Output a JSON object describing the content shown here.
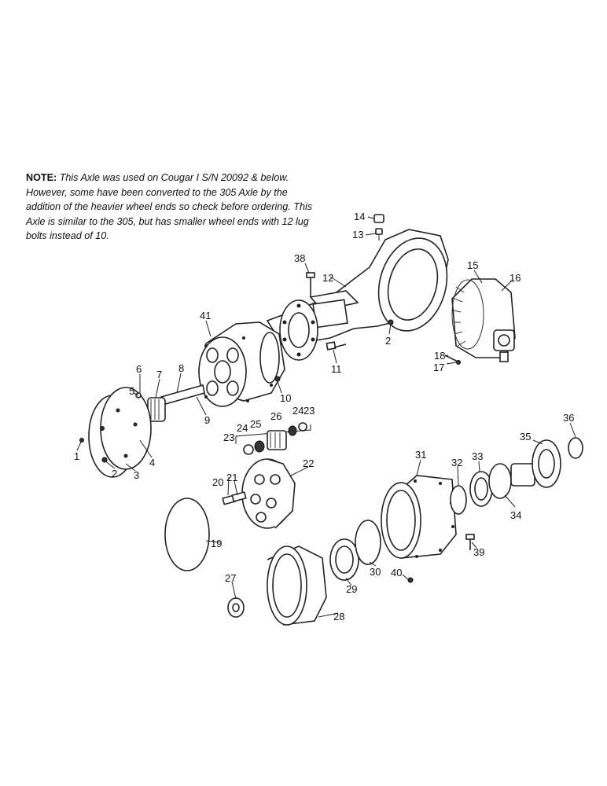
{
  "note": {
    "heading": "NOTE:",
    "text": "This Axle was used on Cougar I S/N 20092 & below. However, some have been converted to the 305 Axle by the addition of the heavier wheel ends so check before ordering. This Axle is similar to the 305, but has smaller wheel ends with 12 lug bolts instead of 10."
  },
  "callouts": [
    "1",
    "2",
    "3",
    "4",
    "5",
    "6",
    "7",
    "8",
    "9",
    "10",
    "11",
    "12",
    "13",
    "14",
    "15",
    "16",
    "17",
    "18",
    "19",
    "20",
    "21",
    "22",
    "23",
    "24",
    "25",
    "26",
    "27",
    "28",
    "29",
    "30",
    "31",
    "32",
    "33",
    "34",
    "35",
    "36",
    "38",
    "39",
    "40",
    "41"
  ],
  "extra_callouts": {
    "second_2": "2",
    "second_23": "23",
    "second_24": "24"
  }
}
